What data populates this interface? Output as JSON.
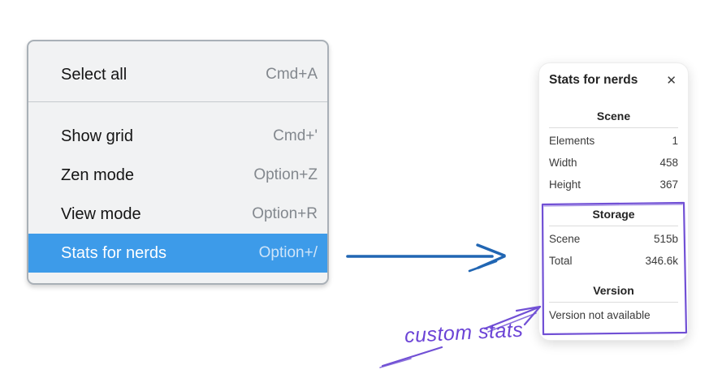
{
  "colors": {
    "menu_bg": "#f1f2f3",
    "menu_border": "#a9b0b7",
    "menu_divider": "#c6c9cd",
    "menu_text": "#141414",
    "shortcut_gray": "#83888e",
    "highlight_blue": "#3d9be9",
    "highlight_text": "#ffffff",
    "highlight_shortcut": "#cfe5f9",
    "arrow_blue": "#2166b3",
    "annotation_purple": "#7150d5",
    "panel_heading_text": "#242424",
    "panel_row_text": "#3a3a3a"
  },
  "menu": {
    "items": [
      {
        "label": "Select all",
        "shortcut": "Cmd+A"
      },
      {
        "label": "Show grid",
        "shortcut": "Cmd+'"
      },
      {
        "label": "Zen mode",
        "shortcut": "Option+Z"
      },
      {
        "label": "View mode",
        "shortcut": "Option+R"
      },
      {
        "label": "Stats for nerds",
        "shortcut": "Option+/"
      }
    ],
    "selected_index": 4
  },
  "stats_panel": {
    "title": "Stats for nerds",
    "close_icon": "✕",
    "sections": [
      {
        "heading": "Scene",
        "rows": [
          {
            "label": "Elements",
            "value": "1"
          },
          {
            "label": "Width",
            "value": "458"
          },
          {
            "label": "Height",
            "value": "367"
          }
        ]
      },
      {
        "heading": "Storage",
        "rows": [
          {
            "label": "Scene",
            "value": "515b"
          },
          {
            "label": "Total",
            "value": "346.6k"
          }
        ]
      },
      {
        "heading": "Version",
        "note": "Version not available"
      }
    ]
  },
  "annotations": {
    "custom_stats_label": "custom stats"
  }
}
